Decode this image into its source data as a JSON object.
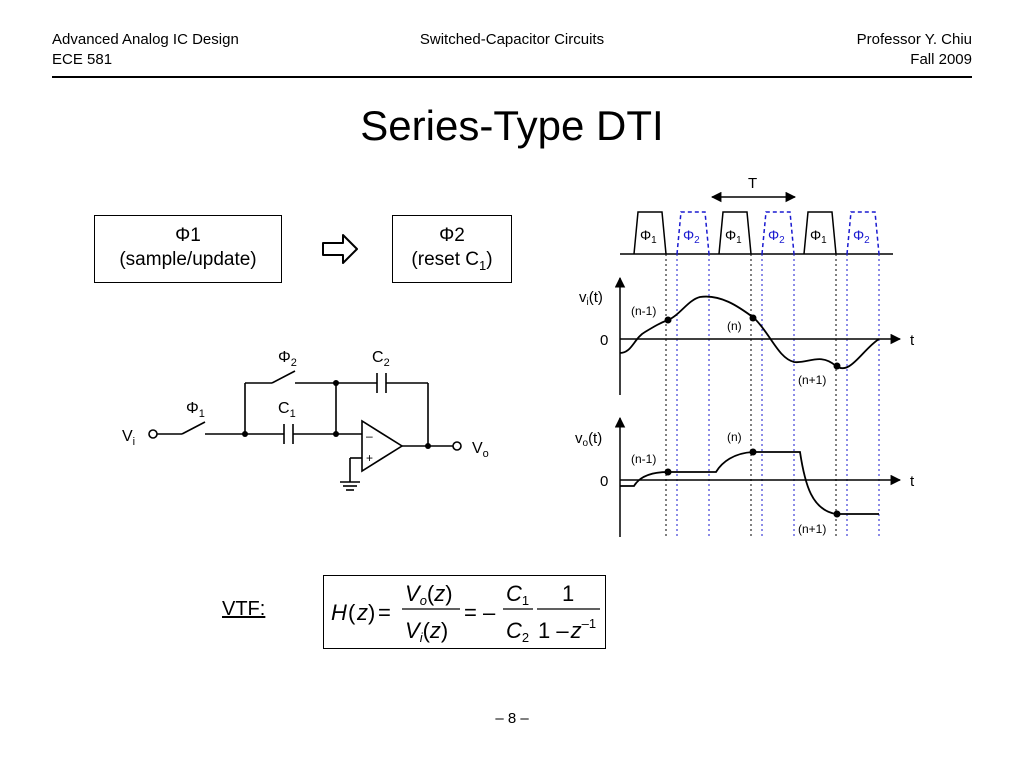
{
  "header": {
    "course_title": "Advanced Analog IC Design",
    "course_code": "ECE 581",
    "topic": "Switched-Capacitor Circuits",
    "instructor": "Professor Y. Chiu",
    "term": "Fall 2009"
  },
  "slide": {
    "title": "Series-Type DTI",
    "page_number": "– 8 –"
  },
  "phases": {
    "phase1_name": "Φ1",
    "phase1_desc": "(sample/update)",
    "phase2_name": "Φ2",
    "phase2_desc_prefix": "(reset C",
    "phase2_desc_sub": "1",
    "phase2_desc_suffix": ")"
  },
  "circuit": {
    "phi": "Φ",
    "sub1": "1",
    "sub2": "2",
    "cap": "C",
    "vin": "V",
    "vin_sub": "i",
    "vout": "V",
    "vout_sub": "o",
    "minus": "–",
    "plus": "+"
  },
  "timing": {
    "period_label": "T",
    "phi": "Φ",
    "sub1": "1",
    "sub2": "2",
    "time_label": "t",
    "zero_label": "0",
    "vi_label_prefix": "v",
    "vi_label_sub": "i",
    "vi_label_suffix": "(t)",
    "vo_label_prefix": "v",
    "vo_label_sub": "o",
    "vo_label_suffix": "(t)",
    "sample_labels": [
      "(n-1)",
      "(n)",
      "(n+1)"
    ],
    "colors": {
      "phi1": "#000000",
      "phi2": "#1a1ad0"
    }
  },
  "transfer_function": {
    "label": "VTF:",
    "H": "H",
    "z": "z",
    "V": "V",
    "o": "o",
    "i": "i",
    "equals_minus": "= –",
    "C": "C",
    "one": "1",
    "two": "2",
    "one_minus": "1 –",
    "exp": "–1"
  }
}
